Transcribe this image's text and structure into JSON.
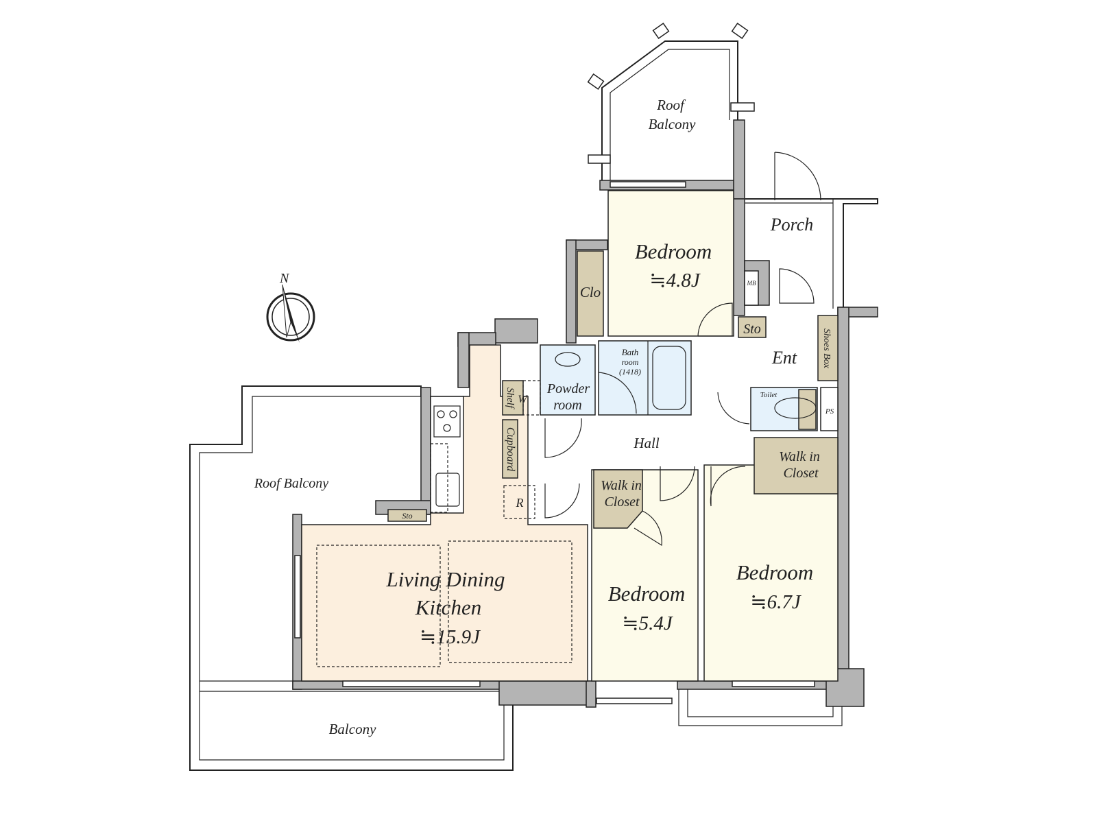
{
  "plan": {
    "compass": "N",
    "rooms": {
      "roof_balcony_top": [
        "Roof",
        "Balcony"
      ],
      "porch": "Porch",
      "bedroom_north": {
        "name": "Bedroom",
        "size": "≒4.8J"
      },
      "clo": "Clo",
      "mb": "MB",
      "sto_ent": "Sto",
      "shoes_box": "Shoes Box",
      "ent": "Ent",
      "bath": [
        "Bath",
        "room",
        "(1418)"
      ],
      "powder": [
        "Powder",
        "room"
      ],
      "shelf": "Shelf",
      "w": "W",
      "toilet": "Toilet",
      "ps": "PS",
      "cupboard": "Cupboard",
      "hall": "Hall",
      "r": "R",
      "roof_balcony_west": "Roof Balcony",
      "sto_kitchen": "Sto",
      "wic_left": [
        "Walk in",
        "Closet"
      ],
      "wic_right": [
        "Walk in",
        "Closet"
      ],
      "ldk": {
        "name1": "Living Dining",
        "name2": "Kitchen",
        "size": "≒15.9J"
      },
      "bedroom_middle": {
        "name": "Bedroom",
        "size": "≒5.4J"
      },
      "bedroom_east": {
        "name": "Bedroom",
        "size": "≒6.7J"
      },
      "balcony": "Balcony"
    }
  }
}
